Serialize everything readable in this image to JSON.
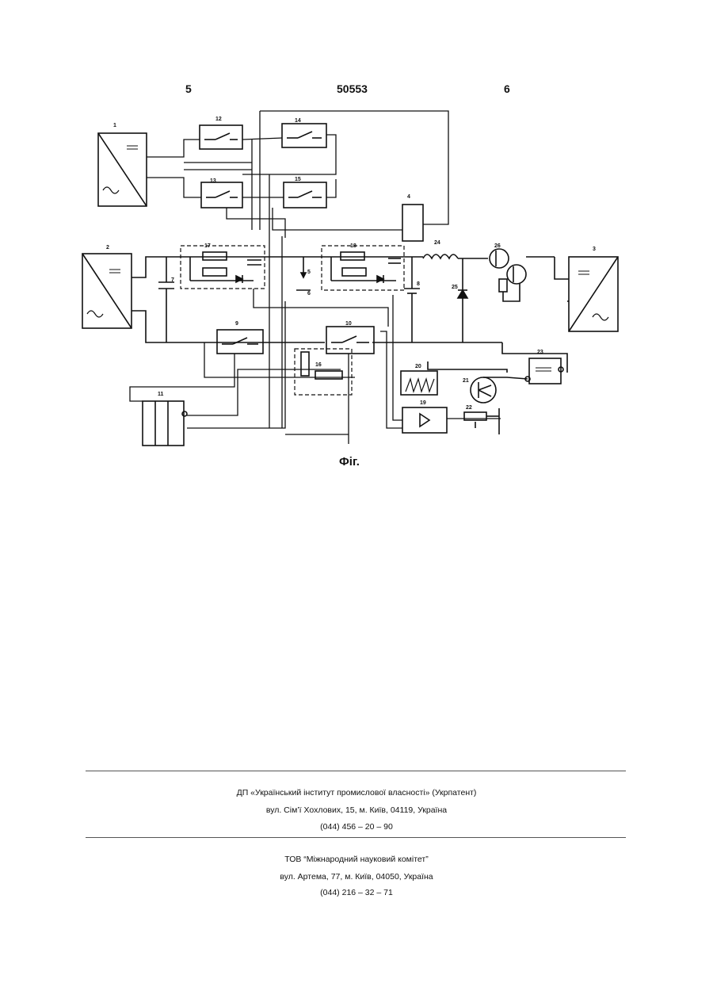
{
  "header": {
    "page_left": "5",
    "patent_number": "50553",
    "page_right": "6"
  },
  "figure": {
    "caption": "Фіг.",
    "labels": {
      "n1": "1",
      "n2": "2",
      "n3": "3",
      "n4": "4",
      "n5": "5",
      "n6": "6",
      "n7": "7",
      "n8": "8",
      "n9": "9",
      "n10": "10",
      "n11": "11",
      "n12": "12",
      "n13": "13",
      "n14": "14",
      "n15": "15",
      "n16": "16",
      "n17": "17",
      "n18": "18",
      "n19": "19",
      "n20": "20",
      "n21": "21",
      "n22": "22",
      "n23": "23",
      "n24": "24",
      "n25": "25",
      "n26": "26"
    }
  },
  "footer": {
    "org1_name": "ДП «Український інститут промислової власності» (Укрпатент)",
    "org1_address": "вул. Сім’ї Хохлових, 15, м. Київ, 04119, Україна",
    "org1_phone": "(044) 456 – 20 – 90",
    "org2_name": "ТОВ “Міжнародний науковий комітет”",
    "org2_address": "вул. Артема, 77, м. Київ, 04050, Україна",
    "org2_phone": "(044) 216 – 32 – 71"
  }
}
